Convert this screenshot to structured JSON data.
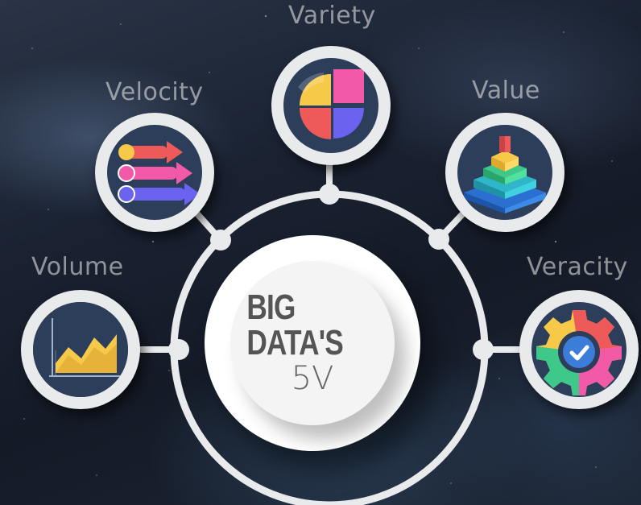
{
  "center": {
    "title": "BIG DATA'S",
    "subtitle": "5V"
  },
  "nodes": [
    {
      "label": "Volume",
      "icon": "area-chart-icon"
    },
    {
      "label": "Velocity",
      "icon": "arrows-icon"
    },
    {
      "label": "Variety",
      "icon": "pie-chart-icon"
    },
    {
      "label": "Value",
      "icon": "layered-pyramid-icon"
    },
    {
      "label": "Veracity",
      "icon": "gear-check-icon"
    }
  ],
  "colors": {
    "ring": "#e9eaec",
    "icon_background": "#2c3e5a",
    "yellow": "#f7c948",
    "pink": "#f25aa8",
    "purple": "#6b63f0",
    "red": "#ee5a5a",
    "green": "#3ec98a",
    "teal": "#2fb7c9",
    "blue": "#3b7dd8"
  }
}
